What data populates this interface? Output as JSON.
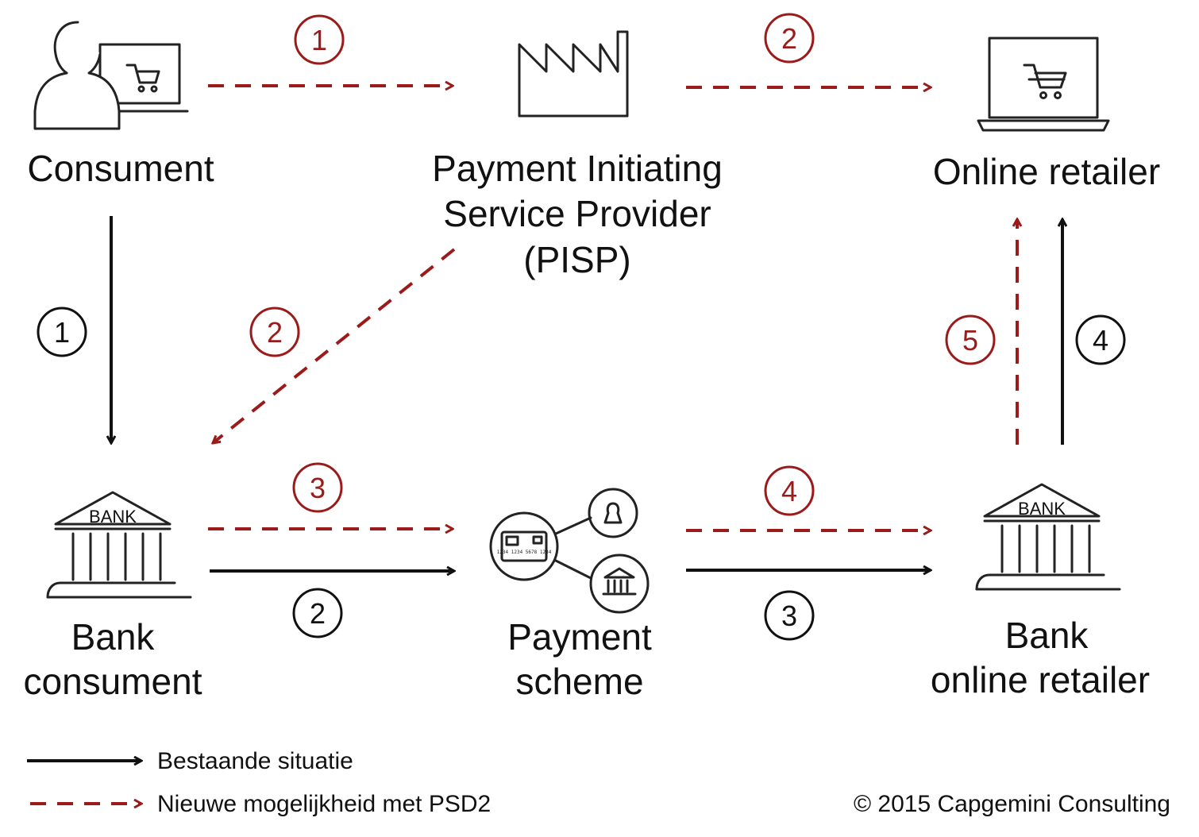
{
  "colors": {
    "existing": "#111111",
    "new": "#9b1b1b"
  },
  "nodes": {
    "consument": {
      "label": "Consument"
    },
    "pisp": {
      "line1": "Payment Initiating",
      "line2": "Service Provider",
      "line3": "(PISP)"
    },
    "retailer": {
      "label": "Online retailer"
    },
    "bank_consument": {
      "line1": "Bank",
      "line2": "consument",
      "sign": "BANK"
    },
    "scheme": {
      "line1": "Payment",
      "line2": "scheme",
      "card_number": "1234 1234 5678 1234"
    },
    "bank_retailer": {
      "line1": "Bank",
      "line2": "online retailer",
      "sign": "BANK"
    }
  },
  "steps": {
    "consument_pisp": "1",
    "pisp_retailer": "2",
    "pisp_bank": "2",
    "consument_bank": "1",
    "bank_scheme_new": "3",
    "bank_scheme_existing": "2",
    "scheme_bank_new": "4",
    "scheme_bank_existing": "3",
    "bank_retailer_new": "5",
    "bank_retailer_existing": "4"
  },
  "legend": {
    "existing": "Bestaande situatie",
    "new": "Nieuwe mogelijkheid met PSD2"
  },
  "copyright": "© 2015 Capgemini Consulting"
}
